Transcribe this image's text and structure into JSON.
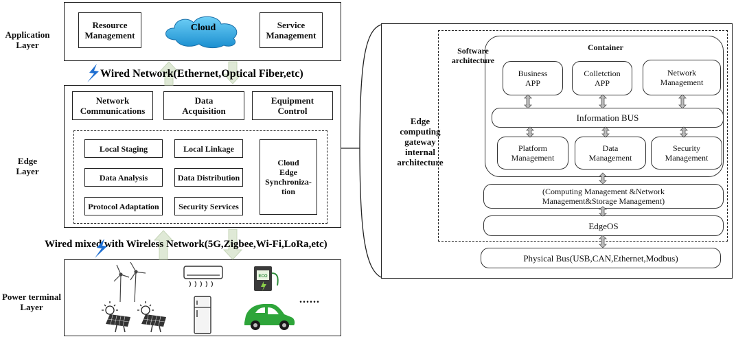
{
  "layers": {
    "application": "Application\nLayer",
    "edge": "Edge\nLayer",
    "power_terminal": "Power terminal\nLayer"
  },
  "application_layer": {
    "resource_management": "Resource\nManagement",
    "cloud": "Cloud",
    "service_management": "Service\nManagement"
  },
  "networks": {
    "wired": "Wired Network(Ethernet,Optical Fiber,etc)",
    "mixed": "Wired mixed with Wireless Network(5G,Zigbee,Wi-Fi,LoRa,etc)"
  },
  "edge_layer": {
    "network_communications": "Network\nCommunications",
    "data_acquisition": "Data\nAcquisition",
    "equipment_control": "Equipment\nControl",
    "local_staging": "Local Staging",
    "local_linkage": "Local Linkage",
    "data_analysis": "Data Analysis",
    "data_distribution": "Data Distribution",
    "protocol_adaptation": "Protocol Adaptation",
    "security_services": "Security Services",
    "cloud_edge_sync": "Cloud\nEdge\nSynchroniza-\ntion"
  },
  "power_terminal": {
    "ellipsis": "......",
    "eco_label": "ECO"
  },
  "gateway": {
    "title": "Edge\ncomputing\ngateway\ninternal\narchitecture",
    "software_architecture": "Software\narchitecture",
    "container": "Container",
    "business_app": "Business\nAPP",
    "collection_app": "Colletction\nAPP",
    "network_management": "Network\nManagement",
    "information_bus": "Information BUS",
    "platform_management": "Platform\nManagement",
    "data_management": "Data\nManagement",
    "security_management": "Security\nManagement",
    "computing_mgmt": "(Computing Management &Network\nManagement&Storage Management)",
    "edgeos": "EdgeOS",
    "physical_bus": "Physical Bus(USB,CAN,Ethernet,Modbus)"
  },
  "colors": {
    "cloud_fill": "#2aa7e0",
    "arrow_fill": "#dfe9d6",
    "lightning": "#1f6fd1",
    "car": "#2ea53a",
    "charger": "#2d8b3a"
  }
}
